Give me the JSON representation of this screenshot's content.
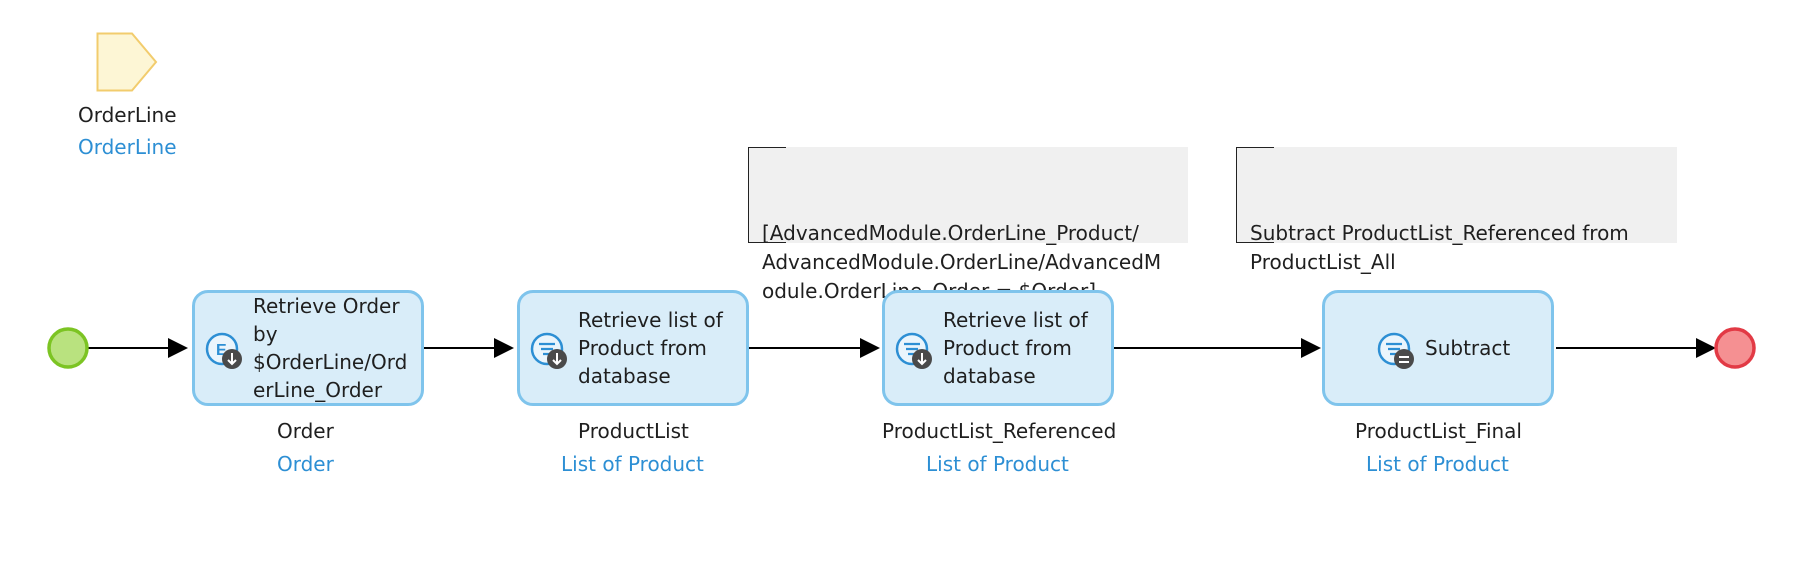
{
  "parameter": {
    "name": "OrderLine",
    "type": "OrderLine",
    "icon": "parameter-icon",
    "color": "#fdf6d5"
  },
  "annotations": [
    "[AdvancedModule.OrderLine_Product/\nAdvancedModule.OrderLine/AdvancedM\nodule.OrderLine_Order = $Order]",
    "Subtract ProductList_Referenced from\nProductList_All"
  ],
  "activities": [
    {
      "text": "Retrieve Order\nby\n$OrderLine/Ord\nerLine_Order",
      "output_name": "Order",
      "output_type": "Order",
      "icon": "retrieve-association-icon"
    },
    {
      "text": "Retrieve list of\nProduct from\ndatabase",
      "output_name": "ProductList",
      "output_type": "List of Product",
      "icon": "retrieve-database-icon"
    },
    {
      "text": "Retrieve list of\nProduct from\ndatabase",
      "output_name": "ProductList_Referenced",
      "output_type": "List of Product",
      "icon": "retrieve-database-icon"
    },
    {
      "text": "Subtract",
      "output_name": "ProductList_Final",
      "output_type": "List of Product",
      "icon": "list-operation-icon"
    }
  ],
  "events": {
    "start": {
      "icon": "start-event-icon",
      "color": "#b9e27f"
    },
    "end": {
      "icon": "end-event-icon",
      "color": "#f59092"
    }
  },
  "colors": {
    "activity_fill": "#d9edf9",
    "activity_border": "#7fc4ec",
    "type_text": "#2d8fd4",
    "flow_line": "#000000"
  }
}
